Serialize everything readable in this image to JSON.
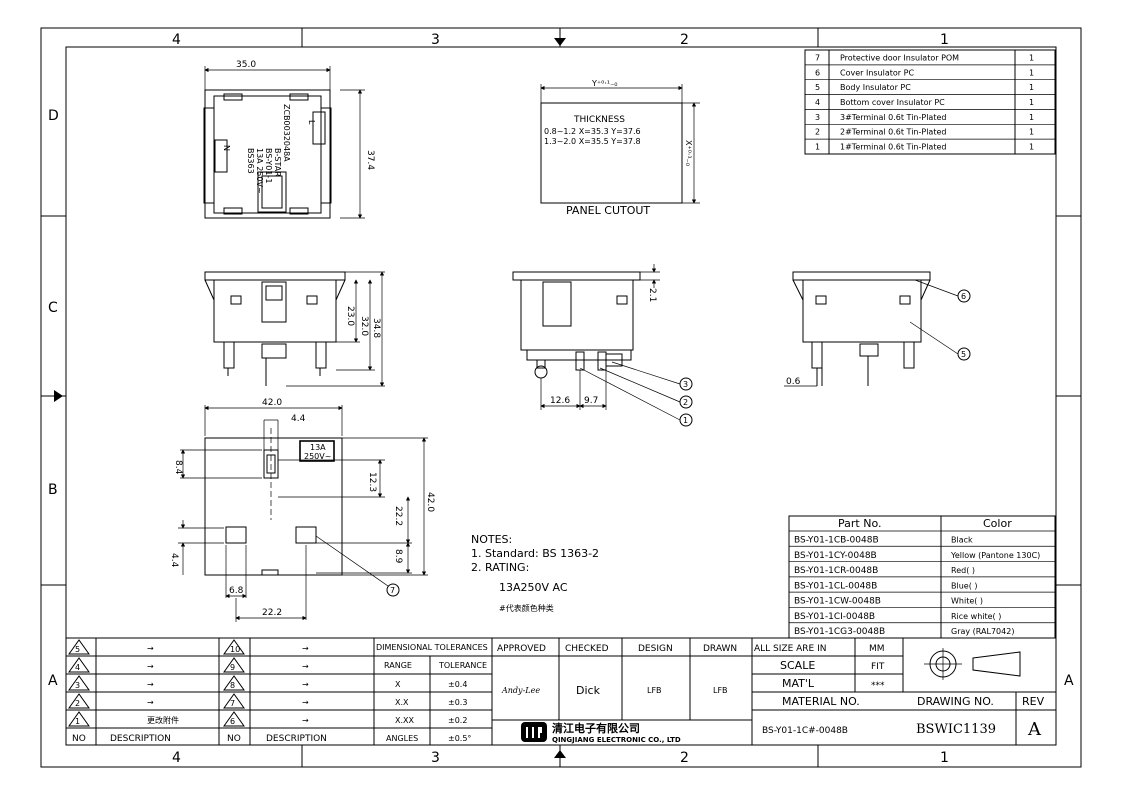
{
  "zones": {
    "columns": [
      "4",
      "3",
      "2",
      "1"
    ],
    "rows": [
      "D",
      "C",
      "B",
      "A"
    ]
  },
  "top_view": {
    "width_dim": "35.0",
    "height_dim": "37.4",
    "markings": [
      "ZCB0032048A",
      "B-STAR",
      "BS-Y01-1",
      "13A 250V~",
      "BS363"
    ],
    "terminal_labels": [
      "N",
      "L"
    ]
  },
  "panel_cutout": {
    "caption": "PANEL CUTOUT",
    "thickness_title": "THICKNESS",
    "rows": [
      "0.8~1.2  X=35.3  Y=37.6",
      "1.3~2.0  X=35.5  Y=37.8"
    ],
    "y_dim": "Y⁺⁰·¹₋₀",
    "x_dim": "X⁺⁰·¹₋₀"
  },
  "side_view_dims": {
    "h1": "23.0",
    "h2": "32.0",
    "h3": "34.8",
    "flange": "2.1",
    "pitch1": "12.6",
    "pitch2": "9.7",
    "thickness": "0.6"
  },
  "balloons": [
    "1",
    "2",
    "3",
    "5",
    "6",
    "7"
  ],
  "front_view": {
    "width": "42.0",
    "height": "42.0",
    "earth_width": "4.4",
    "earth_height": "8.4",
    "center_offset": "12.3",
    "inner_height": "22.2",
    "lower_offset": "8.9",
    "lower_height": "4.4",
    "pin_width": "6.8",
    "pin_pitch": "22.2",
    "rating_label": [
      "13A",
      "250V~"
    ]
  },
  "notes": {
    "title": "NOTES:",
    "items": [
      "1. Standard: BS 1363-2",
      "2. RATING:"
    ],
    "rating": "13A250V AC",
    "chinese_note": "#代表颜色种类"
  },
  "bom": [
    {
      "no": "7",
      "desc": "Protective door Insulator POM",
      "qty": "1"
    },
    {
      "no": "6",
      "desc": "Cover Insulator PC",
      "qty": "1"
    },
    {
      "no": "5",
      "desc": "Body Insulator PC",
      "qty": "1"
    },
    {
      "no": "4",
      "desc": "Bottom cover Insulator PC",
      "qty": "1"
    },
    {
      "no": "3",
      "desc": "3#Terminal 0.6t Tin-Plated",
      "qty": "1"
    },
    {
      "no": "2",
      "desc": "2#Terminal 0.6t Tin-Plated",
      "qty": "1"
    },
    {
      "no": "1",
      "desc": "1#Terminal 0.6t Tin-Plated",
      "qty": "1"
    }
  ],
  "parts": {
    "header_part": "Part No.",
    "header_color": "Color",
    "rows": [
      {
        "part": "BS-Y01-1CB-0048B",
        "color": "Black"
      },
      {
        "part": "BS-Y01-1CY-0048B",
        "color": "Yellow (Pantone 130C)"
      },
      {
        "part": "BS-Y01-1CR-0048B",
        "color": "Red(        )"
      },
      {
        "part": "BS-Y01-1CL-0048B",
        "color": "Blue(        )"
      },
      {
        "part": "BS-Y01-1CW-0048B",
        "color": "White(        )"
      },
      {
        "part": "BS-Y01-1CI-0048B",
        "color": "Rice white(        )"
      },
      {
        "part": "BS-Y01-1CG3-0048B",
        "color": "Gray (RAL7042)"
      }
    ]
  },
  "revisions": {
    "left_nums": [
      "5",
      "4",
      "3",
      "2",
      "1"
    ],
    "left_desc": [
      "→",
      "→",
      "→",
      "→",
      "更改附件"
    ],
    "right_nums": [
      "10",
      "9",
      "8",
      "7",
      "6"
    ],
    "right_desc": [
      "→",
      "→",
      "→",
      "→",
      "→"
    ],
    "no_label": "NO",
    "desc_label": "DESCRIPTION"
  },
  "tolerances": {
    "title": "DIMENSIONAL TOLERANCES",
    "range_label": "RANGE",
    "tol_label": "TOLERANCE",
    "rows": [
      {
        "range": "X",
        "tol": "±0.4"
      },
      {
        "range": "X.X",
        "tol": "±0.3"
      },
      {
        "range": "X.XX",
        "tol": "±0.2"
      },
      {
        "range": "ANGLES",
        "tol": "±0.5°"
      }
    ]
  },
  "approvals": {
    "approved_label": "APPROVED",
    "checked_label": "CHECKED",
    "design_label": "DESIGN",
    "drawn_label": "DRAWN",
    "approved": "Andy-Lee",
    "checked": "Dick",
    "design": "LFB",
    "drawn": "LFB"
  },
  "company": {
    "name_cn": "清江电子有限公司",
    "name_en": "QINGJIANG ELECTRONIC CO., LTD"
  },
  "title_block": {
    "size_label": "ALL SIZE ARE IN",
    "size_unit": "MM",
    "scale_label": "SCALE",
    "scale_value": "FIT",
    "matl_label": "MAT'L",
    "matl_value": "***",
    "material_no_label": "MATERIAL NO.",
    "material_no": "BS-Y01-1C#-0048B",
    "drawing_no_label": "DRAWING NO.",
    "drawing_no": "BSWIC1139",
    "rev_label": "REV",
    "rev": "A"
  }
}
